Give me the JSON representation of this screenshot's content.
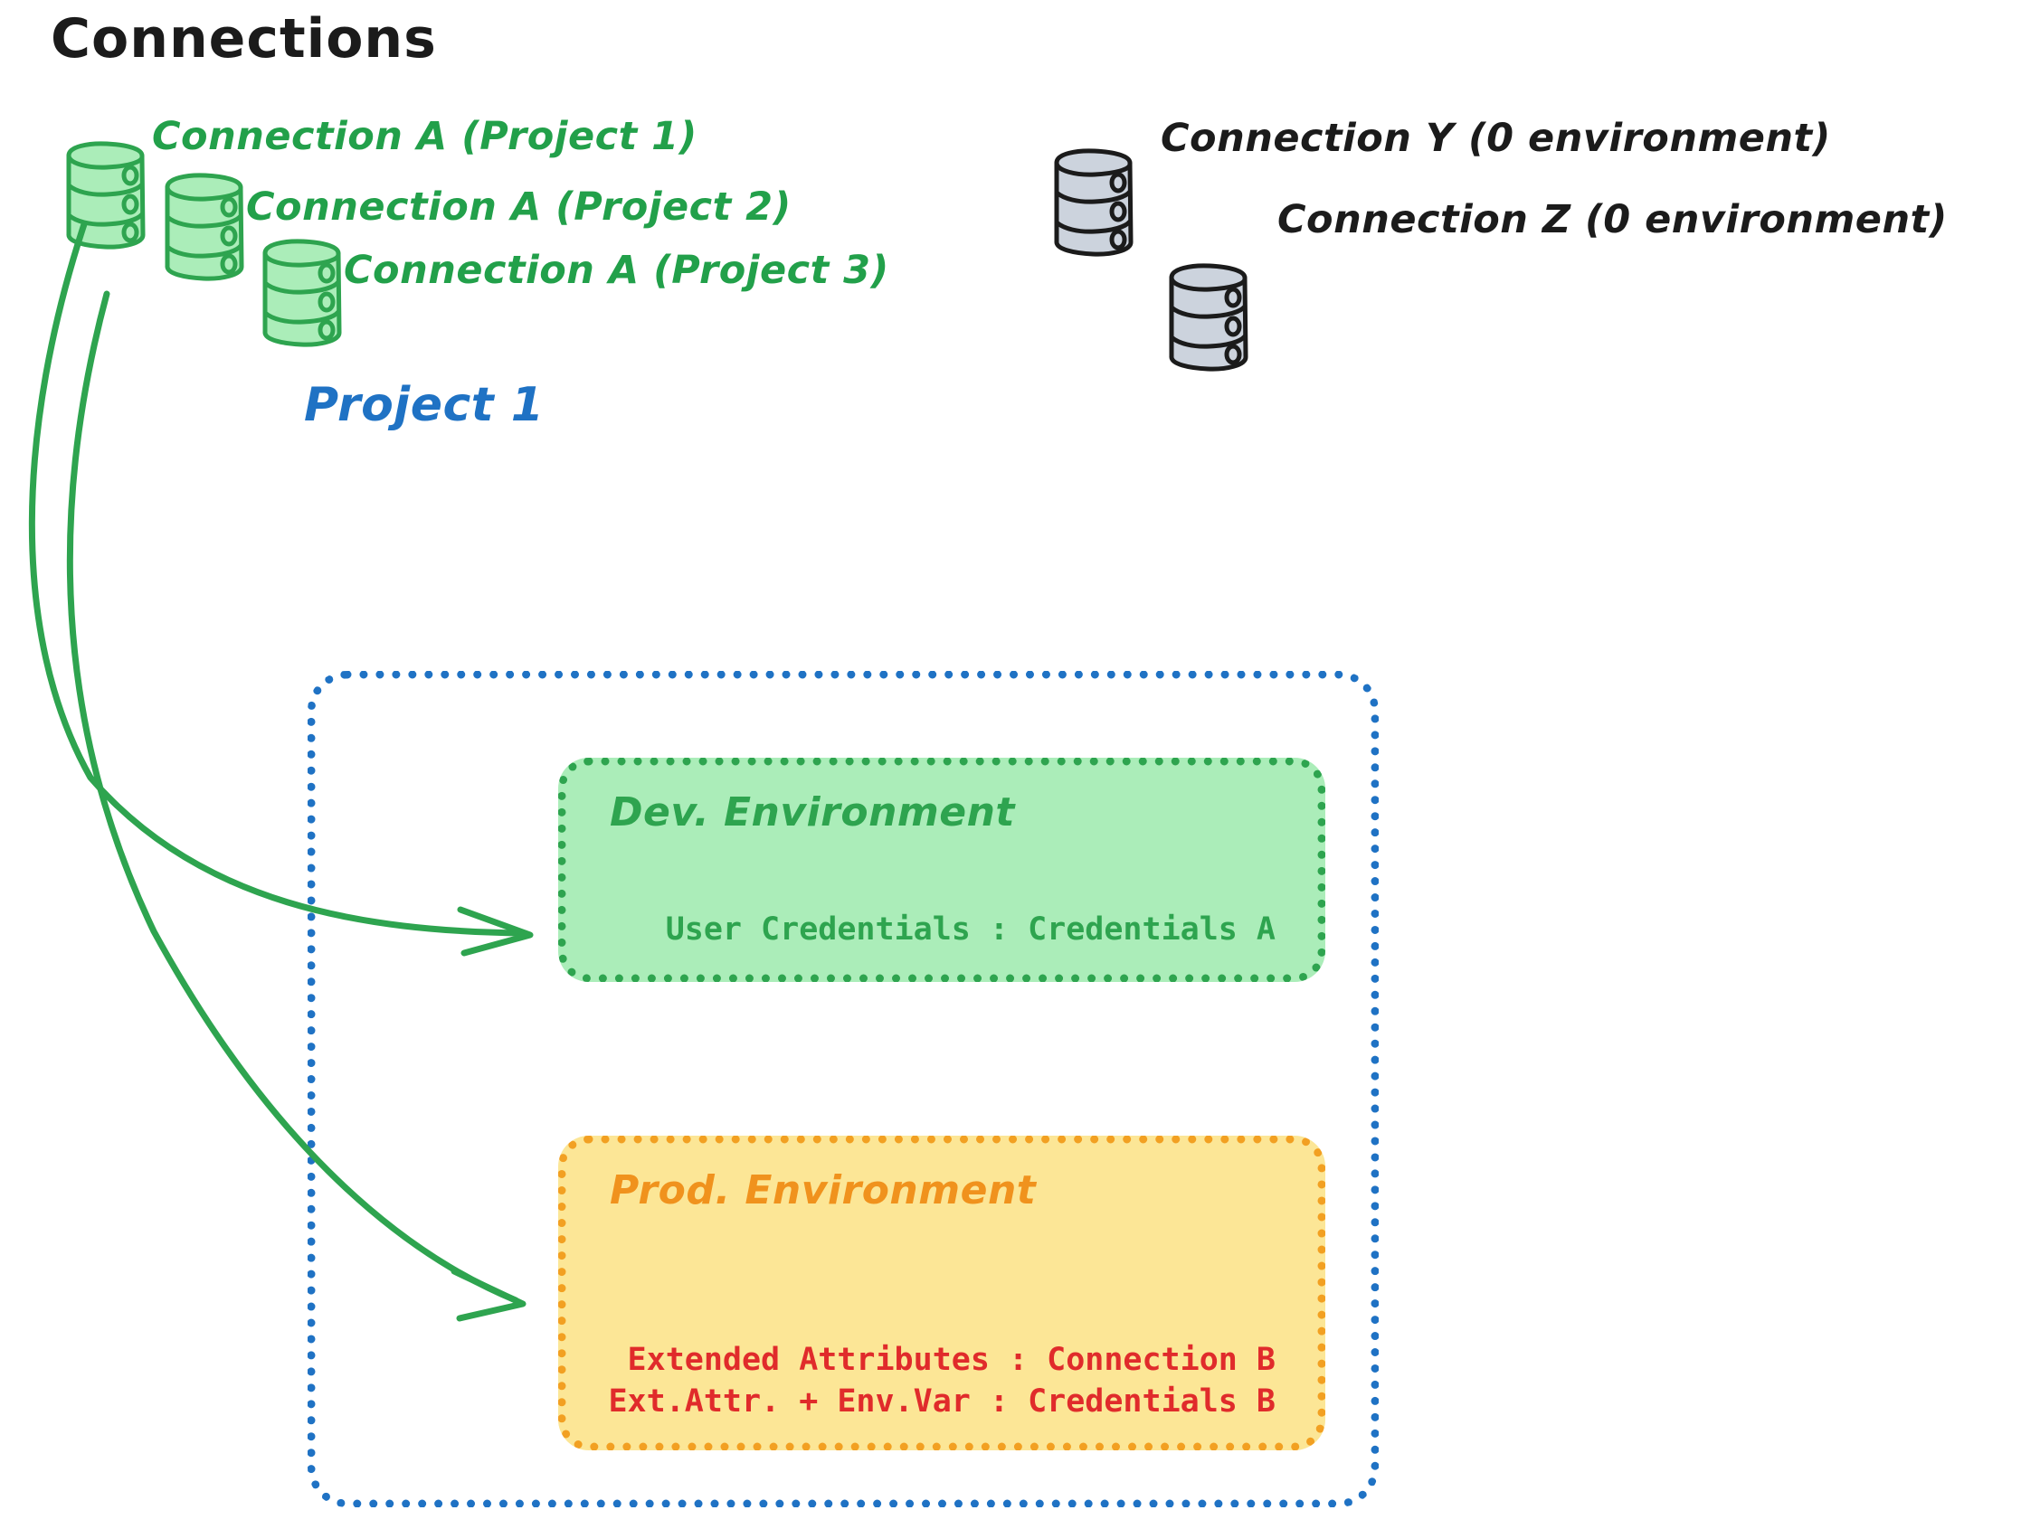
{
  "diagram": {
    "title": "Connections",
    "project_title": "Project 1",
    "connections": [
      {
        "label": "Connection A (Project 1)",
        "icon": "database-icon",
        "color": "#22a04a",
        "style": "green"
      },
      {
        "label": "Connection A (Project 2)",
        "icon": "database-icon",
        "color": "#22a04a",
        "style": "green"
      },
      {
        "label": "Connection A (Project 3)",
        "icon": "database-icon",
        "color": "#22a04a",
        "style": "green"
      },
      {
        "label": "Connection Y (0 environment)",
        "icon": "database-icon",
        "color": "#1b1b1b",
        "style": "gray"
      },
      {
        "label": "Connection Z (0 environment)",
        "icon": "database-icon",
        "color": "#1b1b1b",
        "style": "gray"
      }
    ],
    "environments": [
      {
        "name": "Dev. Environment",
        "color": "#2ea44f",
        "fill": "#abedb9",
        "lines": [
          "User Credentials : Credentials A"
        ]
      },
      {
        "name": "Prod. Environment",
        "color": "#f0921d",
        "fill": "#fce696",
        "text_color": "#e02b2b",
        "lines": [
          "Extended Attributes : Connection B",
          "Ext.Attr. + Env.Var : Credentials B"
        ]
      }
    ],
    "arrows": [
      {
        "name": "arrow-connection-a-to-dev",
        "from": "Connection A (Project 1)",
        "to": "Dev. Environment"
      },
      {
        "name": "arrow-connection-a-to-prod",
        "from": "Connection A (Project 1)",
        "to": "Prod. Environment"
      }
    ],
    "colors": {
      "green_stroke": "#2ea44f",
      "green_fill": "#abedb9",
      "green_text": "#22a04a",
      "blue": "#1f72c4",
      "orange": "#f0921d",
      "orange_fill": "#fce696",
      "red_text": "#e02b2b",
      "gray_fill": "#ccd3dd",
      "gray_stroke": "#1b1b1b",
      "background": "#ffffff"
    }
  }
}
